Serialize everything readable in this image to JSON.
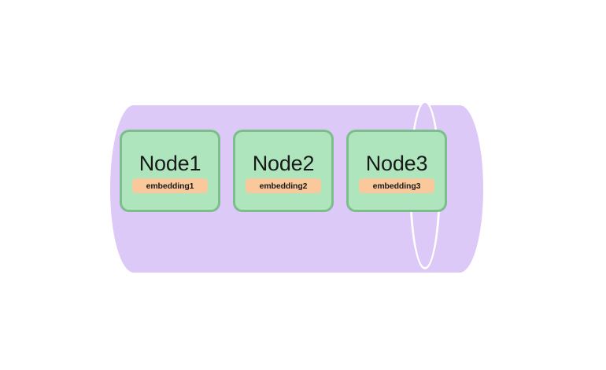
{
  "diagram": {
    "title": "vector-database-cylinder-with-nodes",
    "background_color": "#ffffff",
    "container": {
      "name": "database-cylinder",
      "fill_color": "#ddc9f7",
      "cap_stroke_color": "#ffffff"
    },
    "node_style": {
      "fill_color": "#aee5bc",
      "border_color": "#7cbd8b",
      "pill_fill_color": "#f9c99b",
      "text_color": "#1a1a1a"
    },
    "nodes": [
      {
        "id": "node-1",
        "label": "Node1",
        "embedding_label": "embedding1"
      },
      {
        "id": "node-2",
        "label": "Node2",
        "embedding_label": "embedding2"
      },
      {
        "id": "node-3",
        "label": "Node3",
        "embedding_label": "embedding3"
      }
    ]
  }
}
